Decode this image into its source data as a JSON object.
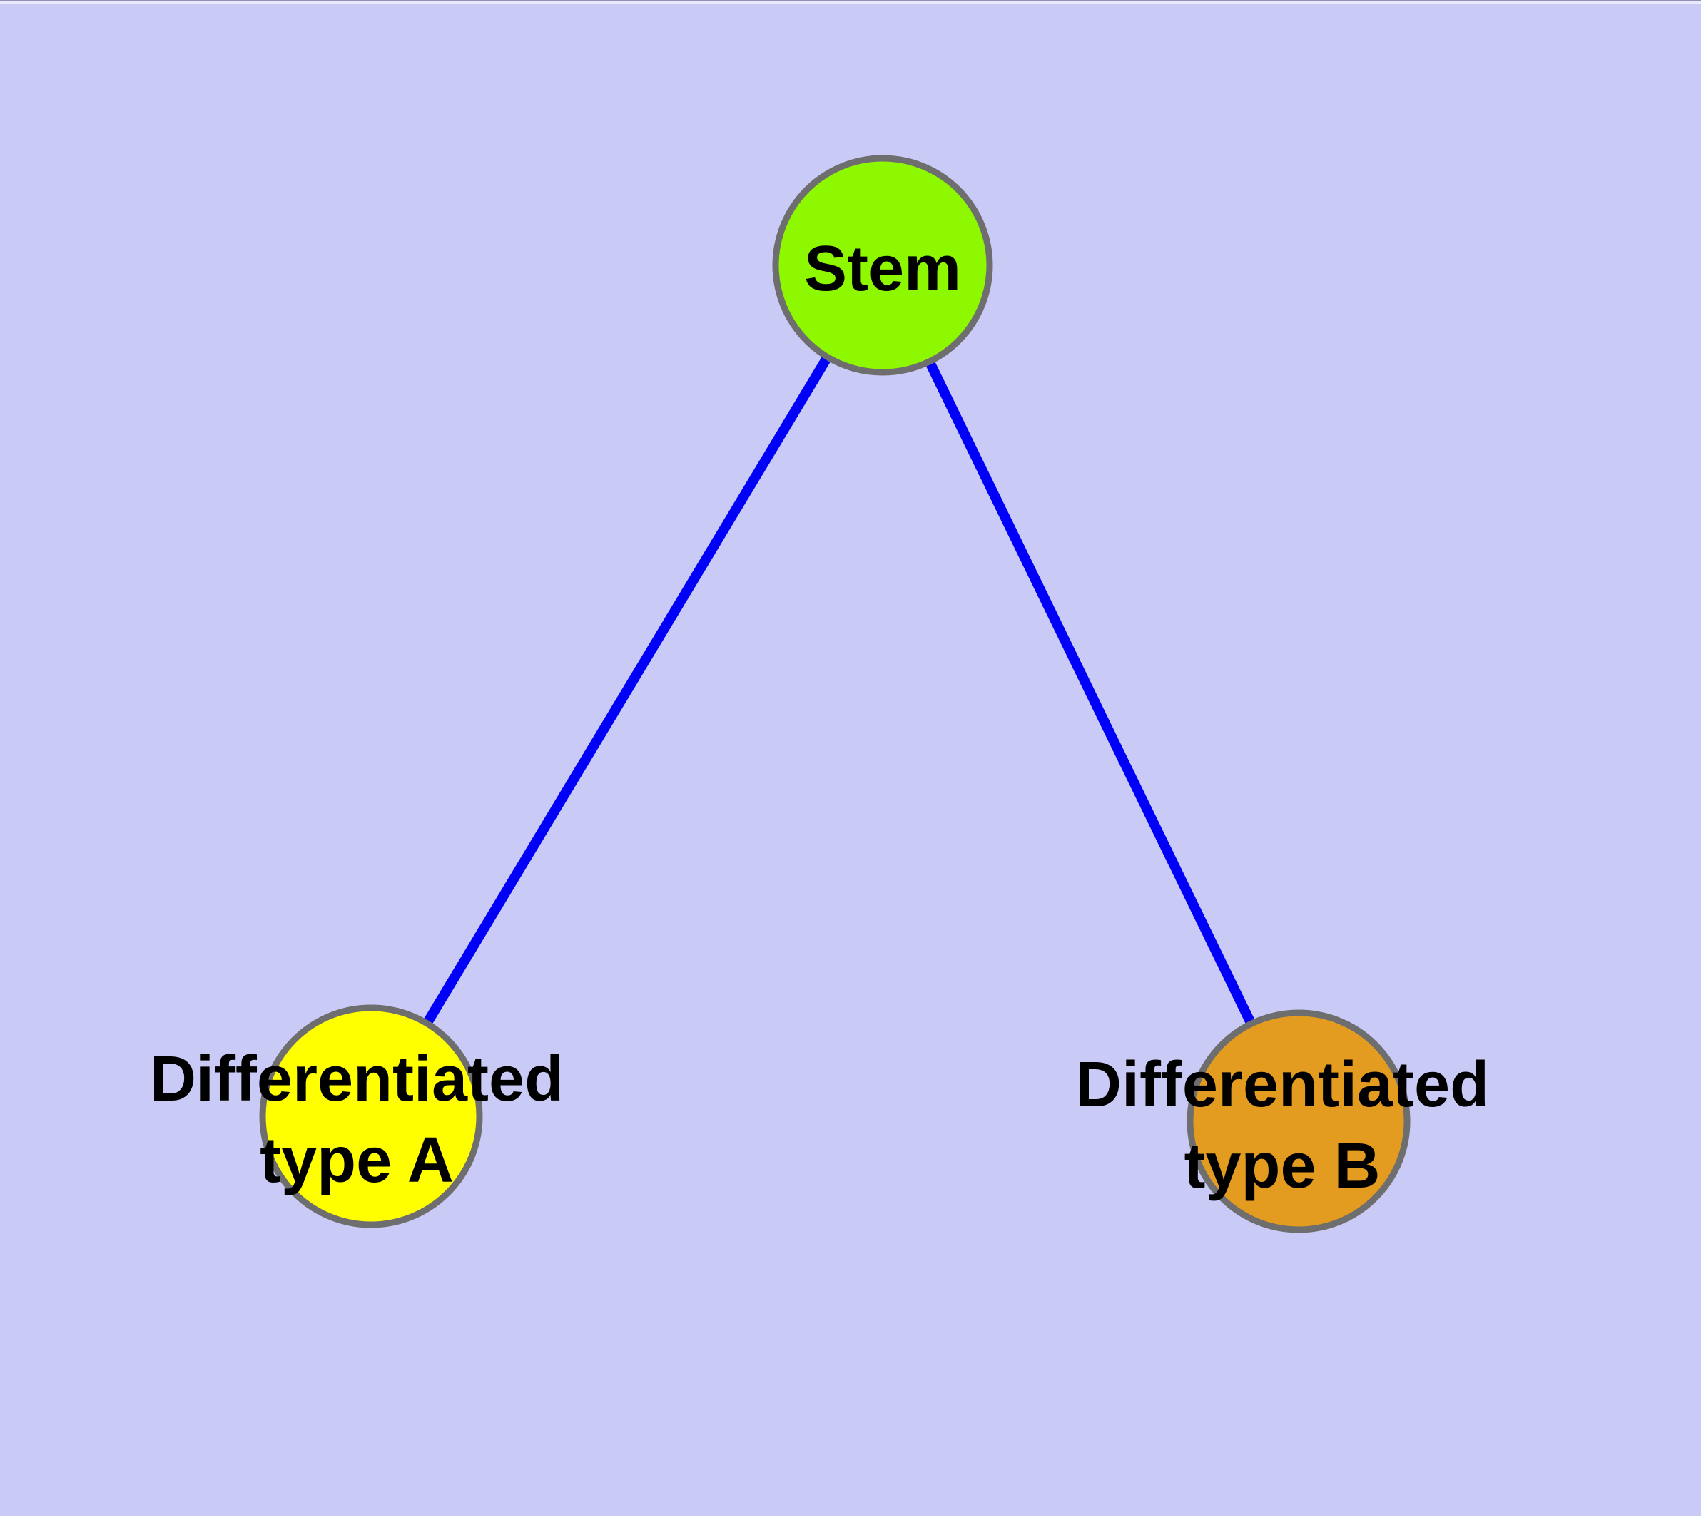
{
  "diagram": {
    "background_color": "#cacaf7",
    "edge_color": "#0000f8",
    "node_border_color": "#6e6e6e",
    "nodes": [
      {
        "id": "stem",
        "label": "Stem",
        "fill": "#8df800"
      },
      {
        "id": "differentiated-type-a",
        "label": "Differentiated\ntype A",
        "fill": "#ffff00"
      },
      {
        "id": "differentiated-type-b",
        "label": "Differentiated\ntype B",
        "fill": "#e49c20"
      }
    ],
    "edges": [
      {
        "source": "Stem",
        "target": "Differentiated type A"
      },
      {
        "source": "Stem",
        "target": "Differentiated type B"
      }
    ]
  }
}
